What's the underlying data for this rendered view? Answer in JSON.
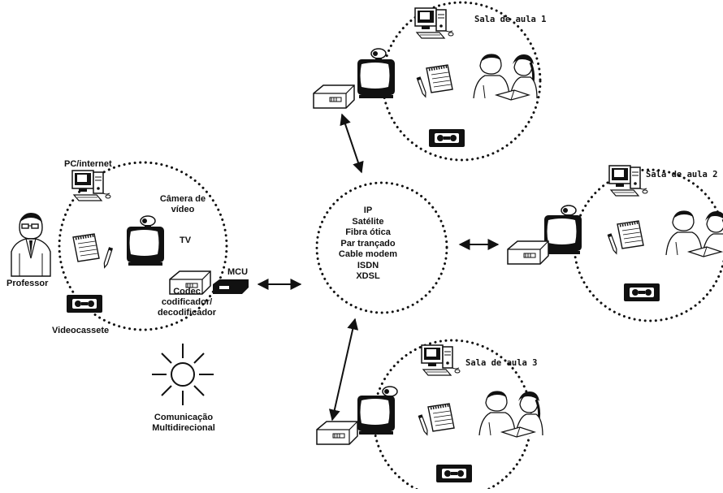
{
  "labels": {
    "pc_internet": "PC/internet",
    "camera_line1": "Câmera de",
    "camera_line2": "vídeo",
    "tv": "TV",
    "mcu": "MCU",
    "professor": "Professor",
    "codec_line1": "Codec",
    "codec_line2": "codificador/",
    "codec_line3": "decodificador",
    "videocassete": "Videocassete",
    "comm_line1": "Comunicação",
    "comm_line2": "Multidirecional",
    "sala1": "Sala de aula 1",
    "sala2": "Sala de aula 2",
    "sala3": "Sala de aula 3"
  },
  "network_types": [
    "IP",
    "Satélite",
    "Fibra ótica",
    "Par trançado",
    "Cable modem",
    "ISDN",
    "XDSL"
  ],
  "colors": {
    "ink": "#111111",
    "background": "#ffffff",
    "screen": "#ffffff"
  },
  "icons": [
    "computer-icon",
    "tv-icon",
    "camera-icon",
    "codec-box-icon",
    "mcu-box-icon",
    "notepad-icon",
    "pencil-icon",
    "videocassette-icon",
    "professor-icon",
    "students-icon",
    "sun-burst-icon",
    "double-arrow-icon"
  ]
}
